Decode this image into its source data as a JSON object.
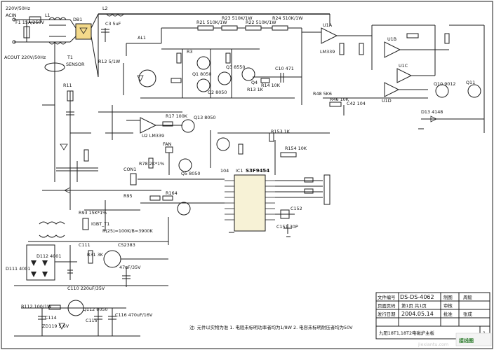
{
  "labels": {
    "acin1": "220V/50Hz",
    "acin2": "ACIN",
    "fuse": "F1 15A/250V",
    "out": "ACOUT 220V/50Hz",
    "sensor": "SENSOR",
    "t1": "T1",
    "l1": "L1",
    "db1": "DB1",
    "l2": "L2",
    "c3": "C3 5uF",
    "r12": "R12 5/1W",
    "al": "AL1",
    "r21": "R21 510K/1W",
    "r23": "R23 510K/1W",
    "r22": "R22 510K/1W",
    "r24": "R24 510K/1W",
    "r3": "R3",
    "q1": "Q1 8050",
    "q2": "Q2 8050",
    "q3": "Q3 8550",
    "q4": "Q4",
    "c10": "C10 471",
    "r13": "R13 1K",
    "r14": "R14 10K",
    "u1a": "U1A",
    "lm339": "LM339",
    "u1b": "U1B",
    "u1c": "U1C",
    "u1d": "U1D",
    "r46": "R46 10K",
    "r48": "R48 5K6",
    "c42": "C42 104",
    "d13": "D13 4148",
    "r11": "R11",
    "q10": "Q10 9012",
    "q11": "Q11",
    "u2": "U2 LM339",
    "r17": "R17 100K",
    "q13": "Q13 8050",
    "r153": "R153 1K",
    "r154": "R154 10K",
    "ic": "IC1",
    "ic_name": "S3F9454",
    "fan": "FAN",
    "r78": "R78 2K*1%",
    "q5": "Q5 8050",
    "con1": "CON1",
    "r93": "R93 15K*1%",
    "r95": "R95",
    "r164": "R164",
    "igbt": "IGBT_T1",
    "rt": "R(25)=100K/B=3900K",
    "cs2383": "CS2383",
    "c111": "C111",
    "d111": "D111 4001",
    "d112": "D112 4001",
    "r31": "R31 3K",
    "c110": "C110 220uF/35V",
    "c114": "C114",
    "r112": "R112 100/1W",
    "q112": "Q112 8050",
    "zd119": "ZD119 5.6V",
    "c115": "C115",
    "c116": "C116 470uF/16V",
    "c152": "C152",
    "c151": "C151 30P",
    "cap104": "104",
    "cap47": "47uF/35V"
  },
  "title_block": {
    "doc_no_label": "文件编号",
    "doc_no": "DS-DS-4062",
    "draw_label": "制图",
    "draw_value": "周毅",
    "page_label": "页面页码",
    "page_value": "第1页 共1页",
    "review_label": "审核",
    "date_label": "发行日期",
    "date_value": "2004.05.14",
    "approve_label": "批准",
    "approve_value": "张成",
    "title": "九阳18T1,18T2电磁炉主板",
    "sheet_no": "1"
  },
  "notes": "注: 元件以实物为准  1. 电阻未标明功率者均为1/8W  2. 电容未标明耐压者均为50V",
  "watermark": "jiexiantu.com",
  "logo": "接线图"
}
